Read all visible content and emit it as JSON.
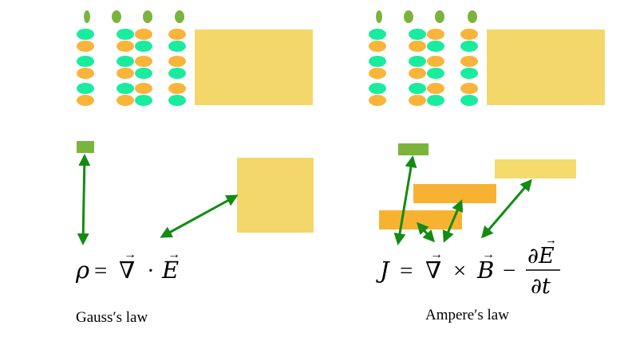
{
  "colors": {
    "teal": "#19ec9f",
    "orange": "#f9b43a",
    "green_dot": "#7ab43d",
    "sand": "#f3d76a",
    "arrow": "#128c12",
    "bar_orange": "#f8b232",
    "bar_yellow": "#f4db6c"
  },
  "left_panel": {
    "equation": {
      "lhs": "ρ",
      "eq": "=",
      "nabla": "∇",
      "op": "·",
      "rhs": "E"
    },
    "caption": "Gauss′s  law"
  },
  "right_panel": {
    "equation": {
      "lhs": "J",
      "eq": "=",
      "nabla": "∇",
      "op": "×",
      "b": "B",
      "minus": "−",
      "frac_num": "∂E",
      "frac_den": "∂t"
    },
    "caption": "Ampere′s  law"
  }
}
